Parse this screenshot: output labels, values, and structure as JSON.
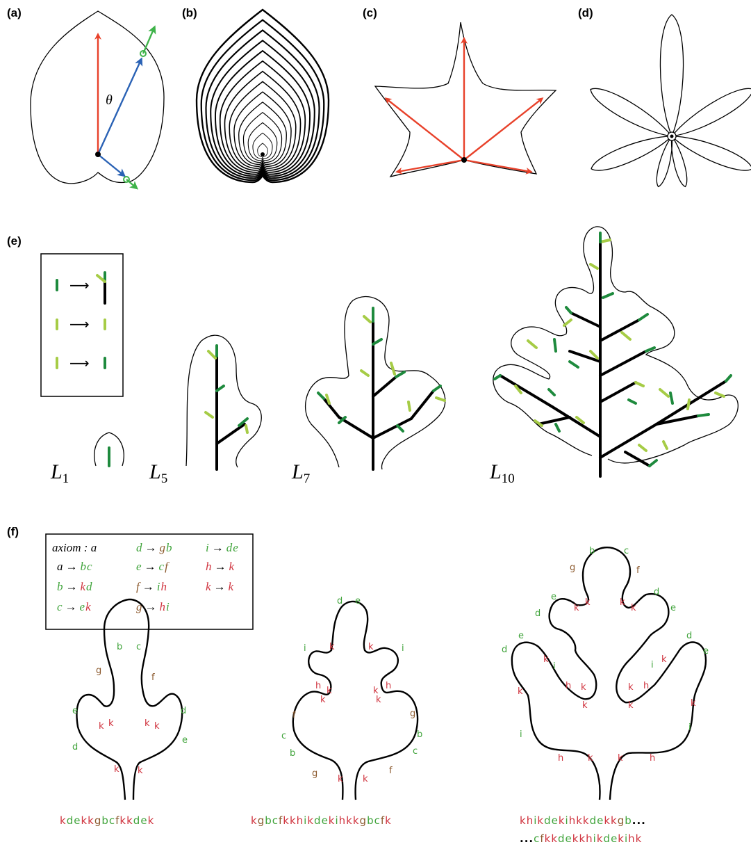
{
  "panels": {
    "a": "(a)",
    "b": "(b)",
    "c": "(c)",
    "d": "(d)",
    "e": "(e)",
    "f": "(f)"
  },
  "panel_a": {
    "theta": "θ"
  },
  "panel_e": {
    "level_labels": [
      {
        "base": "L",
        "sub": "1"
      },
      {
        "base": "L",
        "sub": "5"
      },
      {
        "base": "L",
        "sub": "7"
      },
      {
        "base": "L",
        "sub": "10"
      }
    ],
    "arrow": "⟶"
  },
  "panel_f": {
    "axiom": "axiom : a",
    "rules": [
      {
        "lhs": "a",
        "rhs": [
          "b",
          "c"
        ]
      },
      {
        "lhs": "b",
        "rhs": [
          "k",
          "d"
        ]
      },
      {
        "lhs": "c",
        "rhs": [
          "e",
          "k"
        ]
      },
      {
        "lhs": "d",
        "rhs": [
          "g",
          "b"
        ]
      },
      {
        "lhs": "e",
        "rhs": [
          "c",
          "f"
        ]
      },
      {
        "lhs": "f",
        "rhs": [
          "i",
          "h"
        ]
      },
      {
        "lhs": "g",
        "rhs": [
          "h",
          "i"
        ]
      },
      {
        "lhs": "i",
        "rhs": [
          "d",
          "e"
        ]
      },
      {
        "lhs": "h",
        "rhs": [
          "k"
        ]
      },
      {
        "lhs": "k",
        "rhs": [
          "k"
        ]
      }
    ],
    "arrow": "→",
    "sequences": [
      {
        "text": "kdekkgbcfkkdek"
      },
      {
        "text": "kgbcfkkhikdekihkkgbcfk"
      },
      {
        "text": "khikdekihkkdekkgb",
        "suffix": "..."
      },
      {
        "prefix": "...",
        "text": "cfkkdekkhikdekihk"
      }
    ],
    "leaf1_labels": [
      "b",
      "c",
      "g",
      "f",
      "e",
      "d",
      "k",
      "k",
      "k",
      "k",
      "d",
      "e",
      "k",
      "k"
    ],
    "leaf2_labels": [
      "d",
      "e",
      "i",
      "i",
      "k",
      "k",
      "h",
      "h",
      "k",
      "k",
      "k",
      "k",
      "f",
      "g",
      "c",
      "b",
      "b",
      "c",
      "g",
      "f",
      "k",
      "k"
    ],
    "leaf3_labels": [
      "b",
      "c",
      "g",
      "f",
      "e",
      "d",
      "d",
      "e",
      "k",
      "k",
      "k",
      "k",
      "e",
      "d",
      "d",
      "e",
      "k",
      "k",
      "i",
      "i",
      "h",
      "h",
      "k",
      "k",
      "k",
      "k",
      "k",
      "k",
      "i",
      "i",
      "h",
      "h",
      "k",
      "k"
    ]
  },
  "colors": {
    "k": "#d0343f",
    "h": "#d0343f",
    "b": "#3fa33a",
    "c": "#3fa33a",
    "d": "#3fa33a",
    "e": "#3fa33a",
    "i": "#3fa33a",
    "f": "#8c5a2e",
    "g": "#8c5a2e",
    "a": "#000000"
  }
}
